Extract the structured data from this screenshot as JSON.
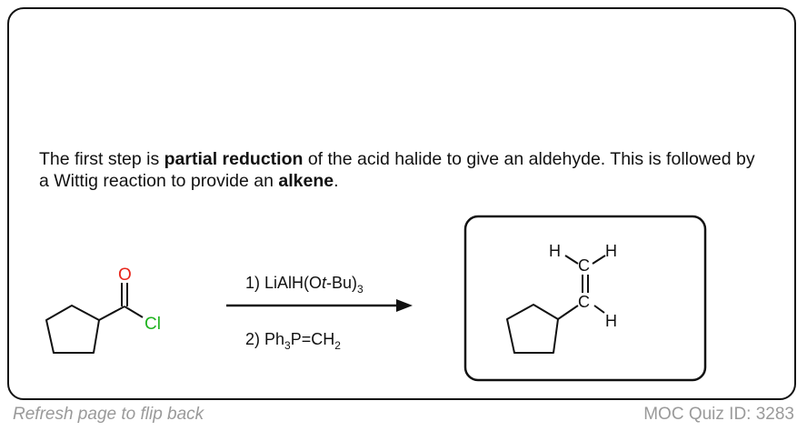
{
  "explanation": {
    "part1": "The first step is ",
    "bold1": "partial reduction",
    "part2": " of the acid halide to give an aldehyde. This is followed by a Wittig reaction to provide an ",
    "bold2": "alkene",
    "part3": "."
  },
  "reaction": {
    "reagent1_prefix": "1) LiAlH(O",
    "reagent1_italic": "t",
    "reagent1_suffix": "-Bu)",
    "reagent1_sub": "3",
    "reagent2_prefix": "2)  Ph",
    "reagent2_sub1": "3",
    "reagent2_mid": "P=CH",
    "reagent2_sub2": "2"
  },
  "starting_material": {
    "oxygen": "O",
    "chlorine": "Cl"
  },
  "product": {
    "h_top_left": "H",
    "h_top_right": "H",
    "c_top": "C",
    "c_bottom": "C",
    "h_bottom": "H"
  },
  "colors": {
    "oxygen": "#e8261c",
    "chlorine": "#1fb31f",
    "footer": "#9a9a9a"
  },
  "footer": {
    "left": "Refresh page to flip back",
    "right": "MOC Quiz ID: 3283"
  }
}
